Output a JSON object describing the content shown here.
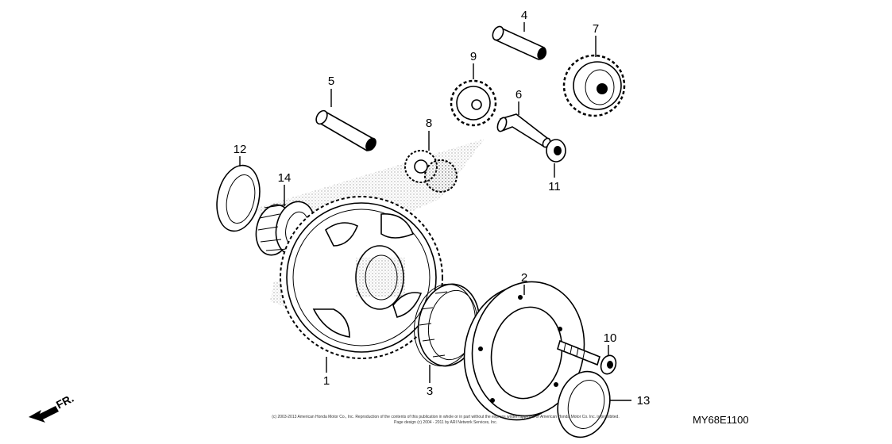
{
  "diagram": {
    "code": "MY68E1100",
    "direction_label": "FR.",
    "copyright_line1": "(c) 2003-2013 American Honda Motor Co., Inc. Reproduction of the contents of this publication in whole or in part without the express written approval of American Honda Motor Co. Inc. is prohibited.",
    "copyright_line2": "Page design (c) 2004 - 2011 by ARI Network Services, Inc.",
    "callouts": [
      "1",
      "2",
      "3",
      "4",
      "5",
      "6",
      "7",
      "8",
      "9",
      "10",
      "11",
      "12",
      "13",
      "14"
    ]
  }
}
